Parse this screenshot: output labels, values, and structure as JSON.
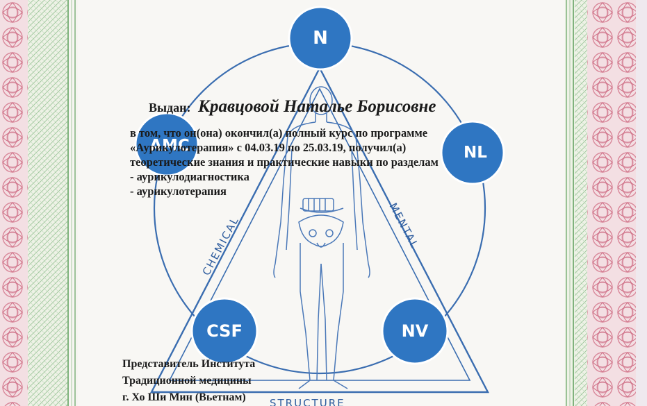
{
  "certificate": {
    "issued_label": "Выдан:",
    "recipient_name": "Кравцовой Наталье Борисовне",
    "body_lines": [
      "в том, что он(она) окончил(а) полный курс по программе",
      "«Аурикулотерапия» с 04.03.19 по 25.03.19, получил(а)",
      "теоретические знания и практические навыки по разделам",
      "- аурикулодиагностика",
      "- аурикулотерапия"
    ],
    "representative_lines": [
      "Представитель Института",
      "Традиционной медицины",
      "г. Хо Ши Мин (Вьетнам)"
    ]
  },
  "emblem": {
    "nodes": {
      "top": "N",
      "left_upper": "AMC",
      "right_upper": "NL",
      "left_lower": "CSF",
      "right_lower": "NV"
    },
    "sides": {
      "left": "CHEMICAL",
      "right": "MENTAL",
      "bottom": "STRUCTURE"
    },
    "colors": {
      "line": "#3a6db0",
      "node_fill": "#2f76c2",
      "node_text": "#ffffff"
    }
  }
}
